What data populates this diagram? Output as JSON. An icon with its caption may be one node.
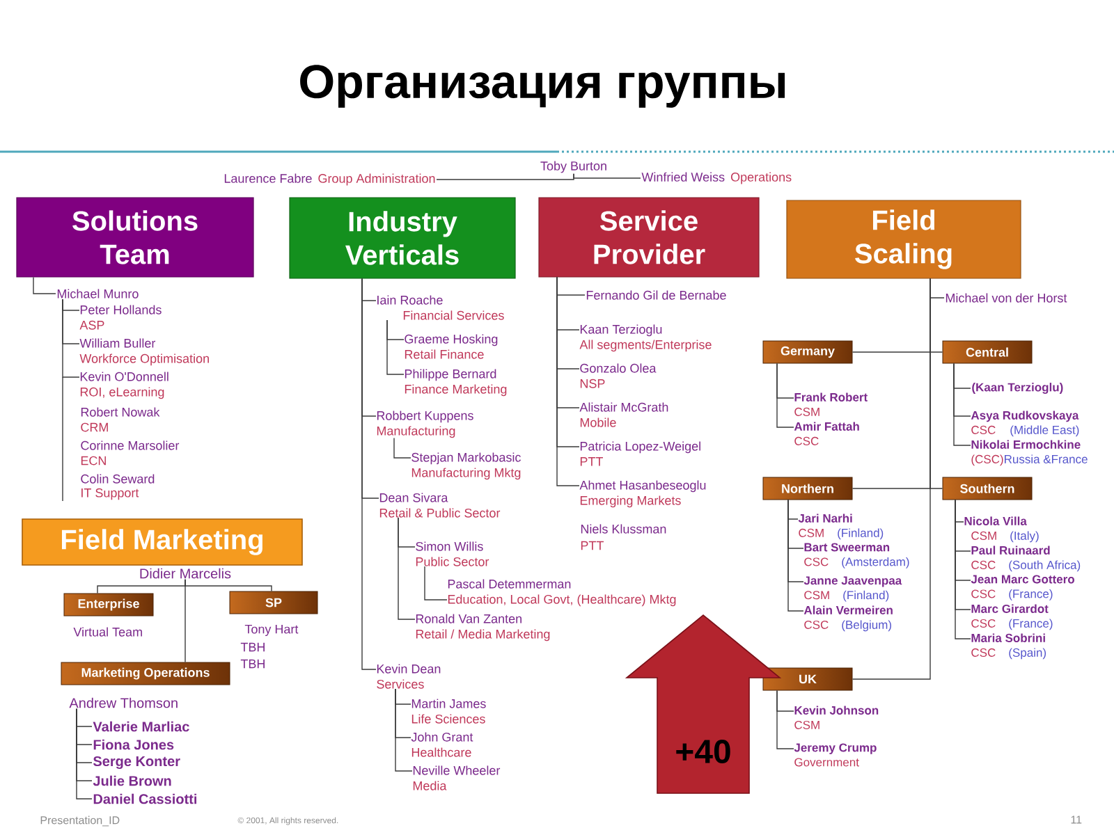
{
  "diagram": {
    "title": "Организация группы",
    "nodes": [
      {
        "text": [
          "Toby Burton"
        ]
      },
      {
        "text": [
          "Laurence Fabre",
          "Group Administration"
        ]
      },
      {
        "text": [
          "Winfried Weiss",
          "Operations"
        ]
      },
      {
        "text": [
          "Solutions Team"
        ]
      },
      {
        "text": [
          "Industry Verticals"
        ]
      },
      {
        "text": [
          "Service Provider"
        ]
      },
      {
        "text": [
          "Field Scaling"
        ]
      },
      {
        "text": [
          "Michael Munro"
        ]
      },
      {
        "text": [
          "Peter Hollands",
          "ASP"
        ]
      },
      {
        "text": [
          "William Buller",
          "Workforce Optimisation"
        ]
      },
      {
        "text": [
          "Kevin O'Donnell",
          "ROI, eLearning"
        ]
      },
      {
        "text": [
          "Iain Roache",
          "Financial Services"
        ]
      },
      {
        "text": [
          "Graeme Hosking",
          "Retail Finance"
        ]
      },
      {
        "text": [
          "Philippe Bernard",
          "Finance Marketing"
        ]
      },
      {
        "text": [
          "Robbert Kuppens",
          "Manufacturing"
        ]
      },
      {
        "text": [
          "Stepjan Markobasic",
          "Manufacturing Mktg"
        ]
      },
      {
        "text": [
          "Dean Sivara",
          "Retail & Public Sector"
        ]
      },
      {
        "text": [
          "Simon Willis",
          "Public Sector"
        ]
      },
      {
        "text": [
          "Pascal Detemmerman",
          "Education, Local Govt, (Healthcare) Mktg"
        ]
      },
      {
        "text": [
          "Ronald Van Zanten",
          "Retail / Media Marketing"
        ]
      },
      {
        "text": [
          "Kevin Dean",
          "Services"
        ]
      },
      {
        "text": [
          "Martin James",
          "Life Sciences"
        ]
      },
      {
        "text": [
          "John Grant",
          "Healthcare"
        ]
      },
      {
        "text": [
          "Neville Wheeler",
          "Media"
        ]
      },
      {
        "text": [
          "Fernando Gil de Bernabe"
        ]
      },
      {
        "text": [
          "Kaan Terzioglu",
          "All segments/Enterprise"
        ]
      },
      {
        "text": [
          "Gonzalo Olea",
          "NSP"
        ]
      },
      {
        "text": [
          "Alistair McGrath",
          "Mobile"
        ]
      },
      {
        "text": [
          "Patricia Lopez-Weigel",
          "PTT"
        ]
      },
      {
        "text": [
          "Ahmet Hasanbeseoglu",
          "Emerging Markets"
        ]
      },
      {
        "text": [
          "Michael von der Horst"
        ]
      },
      {
        "text": [
          "Germany"
        ]
      },
      {
        "text": [
          "Central"
        ]
      },
      {
        "text": [
          "Frank Robert",
          "CSM"
        ]
      },
      {
        "text": [
          "Amir Fattah",
          "CSC"
        ]
      },
      {
        "text": [
          "(Kaan Terzioglu)"
        ]
      },
      {
        "text": [
          "Asya Rudkovskaya",
          "CSC",
          "(Middle East)"
        ]
      },
      {
        "text": [
          "Nikolai Ermochkine",
          "(CSC)",
          "Russia &France"
        ]
      },
      {
        "text": [
          "Northern"
        ]
      },
      {
        "text": [
          "Southern"
        ]
      },
      {
        "text": [
          "Jari Narhi",
          "CSM",
          "(Finland)"
        ]
      },
      {
        "text": [
          "Bart Sweerman",
          "CSC",
          "(Amsterdam)"
        ]
      },
      {
        "text": [
          "Janne Jaavenpaa",
          "CSM",
          "(Finland)"
        ]
      },
      {
        "text": [
          "Alain Vermeiren",
          "CSC",
          "(Belgium)"
        ]
      },
      {
        "text": [
          "Nicola Villa",
          "CSM",
          "(Italy)"
        ]
      },
      {
        "text": [
          "Paul Ruinaard",
          "CSC",
          "(South Africa)"
        ]
      },
      {
        "text": [
          "Jean Marc Gottero",
          "CSC",
          "(France)"
        ]
      },
      {
        "text": [
          "Marc Girardot",
          "CSC",
          "(France)"
        ]
      },
      {
        "text": [
          "Maria Sobrini",
          "CSC",
          "(Spain)"
        ]
      },
      {
        "text": [
          "UK"
        ]
      },
      {
        "text": [
          "Kevin Johnson",
          "CSM"
        ]
      },
      {
        "text": [
          "Jeremy Crump",
          "Government"
        ]
      },
      {
        "text": [
          "Field Marketing"
        ]
      },
      {
        "text": [
          "Didier Marcelis"
        ]
      },
      {
        "text": [
          "Enterprise"
        ]
      },
      {
        "text": [
          "SP"
        ]
      },
      {
        "text": [
          "Marketing Operations"
        ]
      },
      {
        "text": [
          "Andrew Thomson"
        ]
      },
      {
        "text": [
          "Valerie Marliac"
        ]
      },
      {
        "text": [
          "Fiona Jones"
        ]
      },
      {
        "text": [
          "Serge Konter"
        ]
      },
      {
        "text": [
          "Julie Brown"
        ]
      },
      {
        "text": [
          "Daniel Cassiotti"
        ]
      },
      {
        "text": [
          "+40"
        ]
      }
    ],
    "edges": [
      {
        "from": 0,
        "to": 1,
        "arrow": "none"
      },
      {
        "from": 0,
        "to": 2,
        "arrow": "none"
      },
      {
        "from": 3,
        "to": 7,
        "arrow": "none"
      },
      {
        "from": 7,
        "to": 8,
        "arrow": "none"
      },
      {
        "from": 7,
        "to": 9,
        "arrow": "none"
      },
      {
        "from": 7,
        "to": 10,
        "arrow": "none"
      },
      {
        "from": 4,
        "to": 11,
        "arrow": "none"
      },
      {
        "from": 4,
        "to": 14,
        "arrow": "none"
      },
      {
        "from": 4,
        "to": 16,
        "arrow": "none"
      },
      {
        "from": 4,
        "to": 20,
        "arrow": "none"
      },
      {
        "from": 11,
        "to": 12,
        "arrow": "none"
      },
      {
        "from": 11,
        "to": 13,
        "arrow": "none"
      },
      {
        "from": 14,
        "to": 15,
        "arrow": "none"
      },
      {
        "from": 16,
        "to": 17,
        "arrow": "none"
      },
      {
        "from": 16,
        "to": 19,
        "arrow": "none"
      },
      {
        "from": 17,
        "to": 18,
        "arrow": "none"
      },
      {
        "from": 20,
        "to": 21,
        "arrow": "none"
      },
      {
        "from": 20,
        "to": 22,
        "arrow": "none"
      },
      {
        "from": 20,
        "to": 23,
        "arrow": "none"
      },
      {
        "from": 5,
        "to": 24,
        "arrow": "none"
      },
      {
        "from": 5,
        "to": 25,
        "arrow": "none"
      },
      {
        "from": 5,
        "to": 26,
        "arrow": "none"
      },
      {
        "from": 5,
        "to": 27,
        "arrow": "none"
      },
      {
        "from": 5,
        "to": 28,
        "arrow": "none"
      },
      {
        "from": 5,
        "to": 29,
        "arrow": "none"
      },
      {
        "from": 6,
        "to": 30,
        "arrow": "none"
      },
      {
        "from": 6,
        "to": 31,
        "arrow": "none"
      },
      {
        "from": 6,
        "to": 32,
        "arrow": "none"
      },
      {
        "from": 6,
        "to": 38,
        "arrow": "none"
      },
      {
        "from": 6,
        "to": 39,
        "arrow": "none"
      },
      {
        "from": 6,
        "to": 49,
        "arrow": "none"
      },
      {
        "from": 31,
        "to": 33,
        "arrow": "none"
      },
      {
        "from": 31,
        "to": 34,
        "arrow": "none"
      },
      {
        "from": 32,
        "to": 35,
        "arrow": "none"
      },
      {
        "from": 32,
        "to": 36,
        "arrow": "none"
      },
      {
        "from": 32,
        "to": 37,
        "arrow": "none"
      },
      {
        "from": 38,
        "to": 40,
        "arrow": "none"
      },
      {
        "from": 38,
        "to": 41,
        "arrow": "none"
      },
      {
        "from": 38,
        "to": 42,
        "arrow": "none"
      },
      {
        "from": 38,
        "to": 43,
        "arrow": "none"
      },
      {
        "from": 39,
        "to": 44,
        "arrow": "none"
      },
      {
        "from": 39,
        "to": 45,
        "arrow": "none"
      },
      {
        "from": 39,
        "to": 46,
        "arrow": "none"
      },
      {
        "from": 39,
        "to": 47,
        "arrow": "none"
      },
      {
        "from": 39,
        "to": 48,
        "arrow": "none"
      },
      {
        "from": 49,
        "to": 50,
        "arrow": "none"
      },
      {
        "from": 49,
        "to": 51,
        "arrow": "none"
      },
      {
        "from": 53,
        "to": 54,
        "arrow": "none"
      },
      {
        "from": 53,
        "to": 55,
        "arrow": "none"
      },
      {
        "from": 53,
        "to": 56,
        "arrow": "none"
      },
      {
        "from": 57,
        "to": 58,
        "arrow": "none"
      },
      {
        "from": 57,
        "to": 59,
        "arrow": "none"
      },
      {
        "from": 57,
        "to": 60,
        "arrow": "none"
      },
      {
        "from": 57,
        "to": 61,
        "arrow": "none"
      },
      {
        "from": 57,
        "to": 62,
        "arrow": "none"
      }
    ],
    "labels": [
      "Robert Nowak",
      "CRM",
      "Corinne Marsolier",
      "ECN",
      "Colin Seward",
      "IT Support",
      "Niels Klussman",
      "PTT",
      "Virtual Team",
      "Tony Hart",
      "TBH",
      "TBH",
      "Presentation_ID",
      "© 2001, All rights reserved.",
      "11"
    ]
  }
}
